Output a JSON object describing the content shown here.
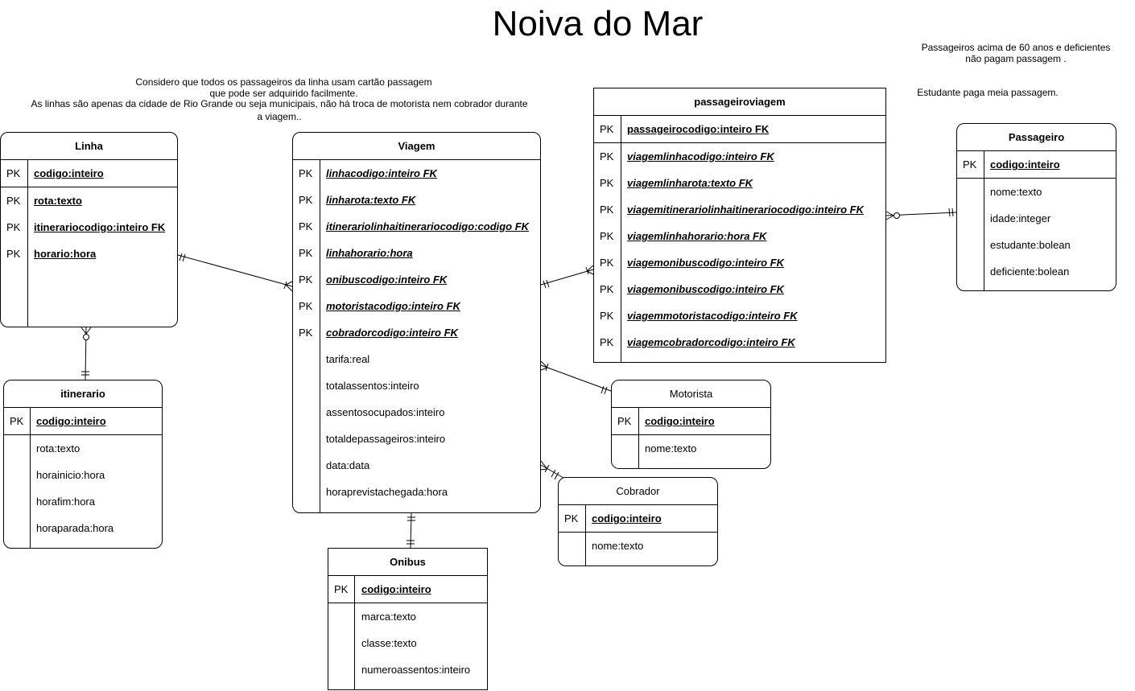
{
  "title": "Noiva do Mar",
  "notes": {
    "assumption_1": "Considero que todos os passageiros da linha usam cartão passagem",
    "assumption_2": "que pode ser adquirido facilmente.",
    "assumption_3": "As linhas são apenas da cidade de Rio Grande ou seja municipais, não há troca de motorista nem cobrador durante",
    "assumption_4": "a viagem..",
    "rule_1": "Passageiros acima de 60 anos e deficientes",
    "rule_2": "não pagam passagem .",
    "rule_3": "Estudante paga meia passagem."
  },
  "tables": {
    "linha": {
      "name": "Linha",
      "pk_key": "PK",
      "pk_field": "codigo:inteiro",
      "fields": [
        {
          "key": "PK",
          "name": "rota:texto"
        },
        {
          "key": "PK",
          "name": "itinerariocodigo:inteiro FK"
        },
        {
          "key": "PK",
          "name": "horario:hora"
        }
      ]
    },
    "itinerario": {
      "name": "itinerario",
      "pk_key": "PK",
      "pk_field": "codigo:inteiro",
      "fields": [
        {
          "key": "",
          "name": "rota:texto"
        },
        {
          "key": "",
          "name": "horainicio:hora"
        },
        {
          "key": "",
          "name": "horafim:hora"
        },
        {
          "key": "",
          "name": "horaparada:hora"
        }
      ]
    },
    "viagem": {
      "name": "Viagem",
      "fields": [
        {
          "key": "PK",
          "name": "linhacodigo:inteiro FK"
        },
        {
          "key": "PK",
          "name": "linharota:texto FK"
        },
        {
          "key": "PK",
          "name": "itinerariolinhaitinerariocodigo:codigo FK"
        },
        {
          "key": "PK",
          "name": "linhahorario:hora"
        },
        {
          "key": "PK",
          "name": "onibuscodigo:inteiro FK"
        },
        {
          "key": "PK",
          "name": "motoristacodigo:inteiro FK"
        },
        {
          "key": "PK",
          "name": "cobradorcodigo:inteiro FK"
        },
        {
          "key": "",
          "name": "tarifa:real"
        },
        {
          "key": "",
          "name": "totalassentos:inteiro"
        },
        {
          "key": "",
          "name": "assentosocupados:inteiro"
        },
        {
          "key": "",
          "name": "totaldepassageiros:inteiro"
        },
        {
          "key": "",
          "name": "data:data"
        },
        {
          "key": "",
          "name": "horaprevistachegada:hora"
        }
      ]
    },
    "onibus": {
      "name": "Onibus",
      "pk_key": "PK",
      "pk_field": "codigo:inteiro",
      "fields": [
        {
          "key": "",
          "name": "marca:texto"
        },
        {
          "key": "",
          "name": "classe:texto"
        },
        {
          "key": "",
          "name": "numeroassentos:inteiro"
        }
      ]
    },
    "passageiroviagem": {
      "name": "passageiroviagem",
      "pk_key": "PK",
      "pk_field": "passageirocodigo:inteiro FK",
      "fields": [
        {
          "key": "PK",
          "name": "viagemlinhacodigo:inteiro FK"
        },
        {
          "key": "PK",
          "name": "viagemlinharota:texto FK"
        },
        {
          "key": "PK",
          "name": "viagemitinerariolinhaitinerariocodigo:inteiro FK"
        },
        {
          "key": "PK",
          "name": "viagemlinhahorario:hora FK"
        },
        {
          "key": "PK",
          "name": "viagemonibuscodigo:inteiro FK"
        },
        {
          "key": "PK",
          "name": "viagemonibuscodigo:inteiro FK"
        },
        {
          "key": "PK",
          "name": "viagemmotoristacodigo:inteiro FK"
        },
        {
          "key": "PK",
          "name": "viagemcobradorcodigo:inteiro FK"
        }
      ]
    },
    "passageiro": {
      "name": "Passageiro",
      "pk_key": "PK",
      "pk_field": "codigo:inteiro",
      "fields": [
        {
          "key": "",
          "name": "nome:texto"
        },
        {
          "key": "",
          "name": "idade:integer"
        },
        {
          "key": "",
          "name": "estudante:bolean"
        },
        {
          "key": "",
          "name": "deficiente:bolean"
        }
      ]
    },
    "motorista": {
      "name": "Motorista",
      "pk_key": "PK",
      "pk_field": "codigo:inteiro",
      "fields": [
        {
          "key": "",
          "name": "nome:texto"
        }
      ]
    },
    "cobrador": {
      "name": "Cobrador",
      "pk_key": "PK",
      "pk_field": "codigo:inteiro",
      "fields": [
        {
          "key": "",
          "name": "nome:texto"
        }
      ]
    }
  }
}
